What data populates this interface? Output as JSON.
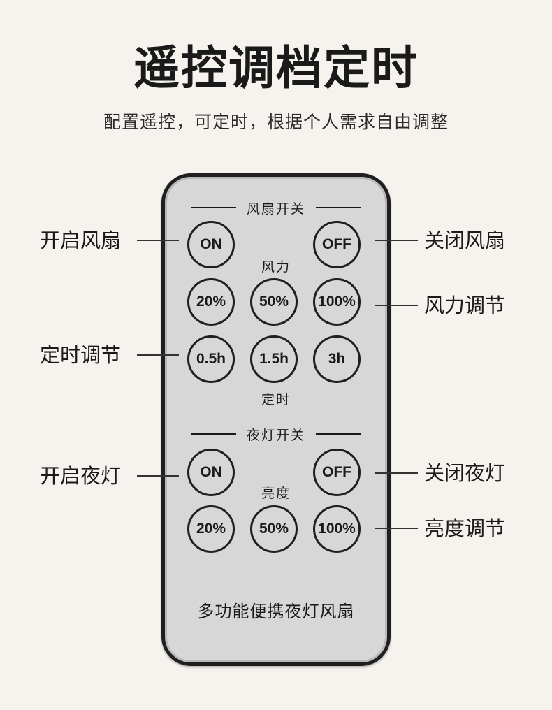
{
  "header": {
    "title": "遥控调档定时",
    "subtitle": "配置遥控，可定时，根据个人需求自由调整"
  },
  "remote": {
    "fan_section_label": "风扇开关",
    "fan_on": "ON",
    "fan_off": "OFF",
    "wind_label": "风力",
    "wind_20": "20%",
    "wind_50": "50%",
    "wind_100": "100%",
    "timer_05": "0.5h",
    "timer_15": "1.5h",
    "timer_3": "3h",
    "timer_label": "定时",
    "light_section_label": "夜灯开关",
    "light_on": "ON",
    "light_off": "OFF",
    "brightness_label": "亮度",
    "bright_20": "20%",
    "bright_50": "50%",
    "bright_100": "100%",
    "product_name": "多功能便携夜灯风扇"
  },
  "callouts": {
    "fan_on": "开启风扇",
    "fan_off": "关闭风扇",
    "wind_adjust": "风力调节",
    "timer_adjust": "定时调节",
    "light_on": "开启夜灯",
    "light_off": "关闭夜灯",
    "brightness_adjust": "亮度调节"
  }
}
